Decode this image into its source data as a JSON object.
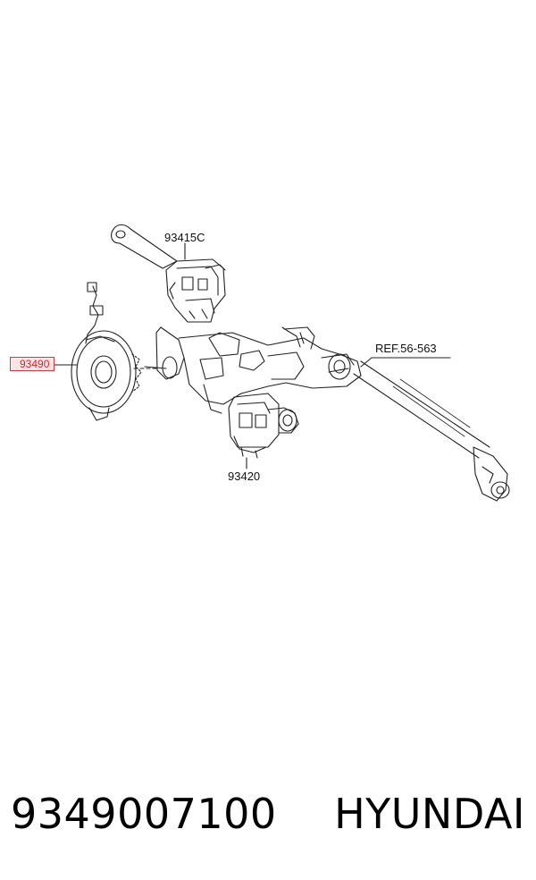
{
  "callouts": {
    "switch_assembly": "93415C",
    "lock_assembly": "93420",
    "clock_spring": "93490",
    "reference": "REF.56-563"
  },
  "footer": {
    "part_number": "9349007100",
    "brand": "HYUNDAI"
  },
  "colors": {
    "highlight_border": "#e0343a",
    "highlight_fill": "#ffe4e6",
    "line": "#222222"
  }
}
